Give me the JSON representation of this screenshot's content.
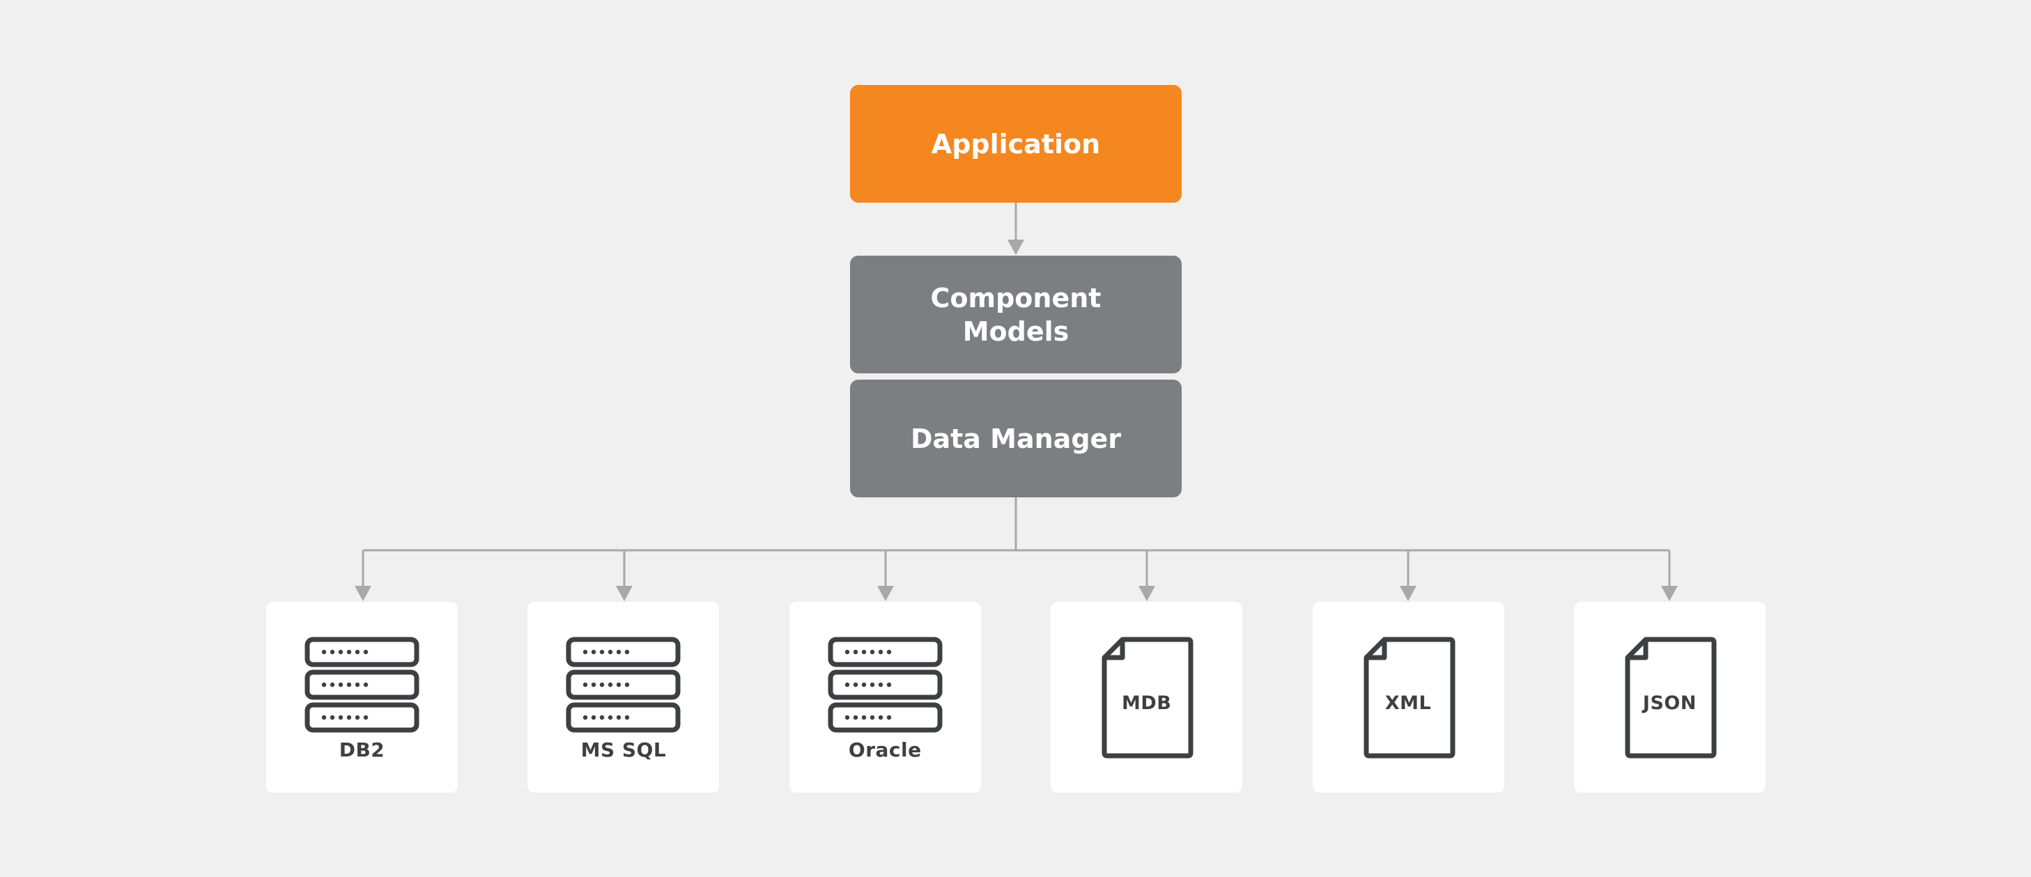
{
  "colors": {
    "background": "#f0f0f0",
    "application": "#f58720",
    "layer": "#7d7e82",
    "connector": "#a8a8a8",
    "icon_stroke": "#3e3f42",
    "card": "#ffffff"
  },
  "diagram": {
    "application": {
      "label": "Application"
    },
    "component_models": {
      "label": "Component\nModels"
    },
    "data_manager": {
      "label": "Data Manager"
    },
    "sources": [
      {
        "label": "DB2",
        "icon": "database-server-icon"
      },
      {
        "label": "MS SQL",
        "icon": "database-server-icon"
      },
      {
        "label": "Oracle",
        "icon": "database-server-icon"
      },
      {
        "label": "MDB",
        "icon": "file-icon"
      },
      {
        "label": "XML",
        "icon": "file-icon"
      },
      {
        "label": "JSON",
        "icon": "file-icon"
      }
    ]
  }
}
